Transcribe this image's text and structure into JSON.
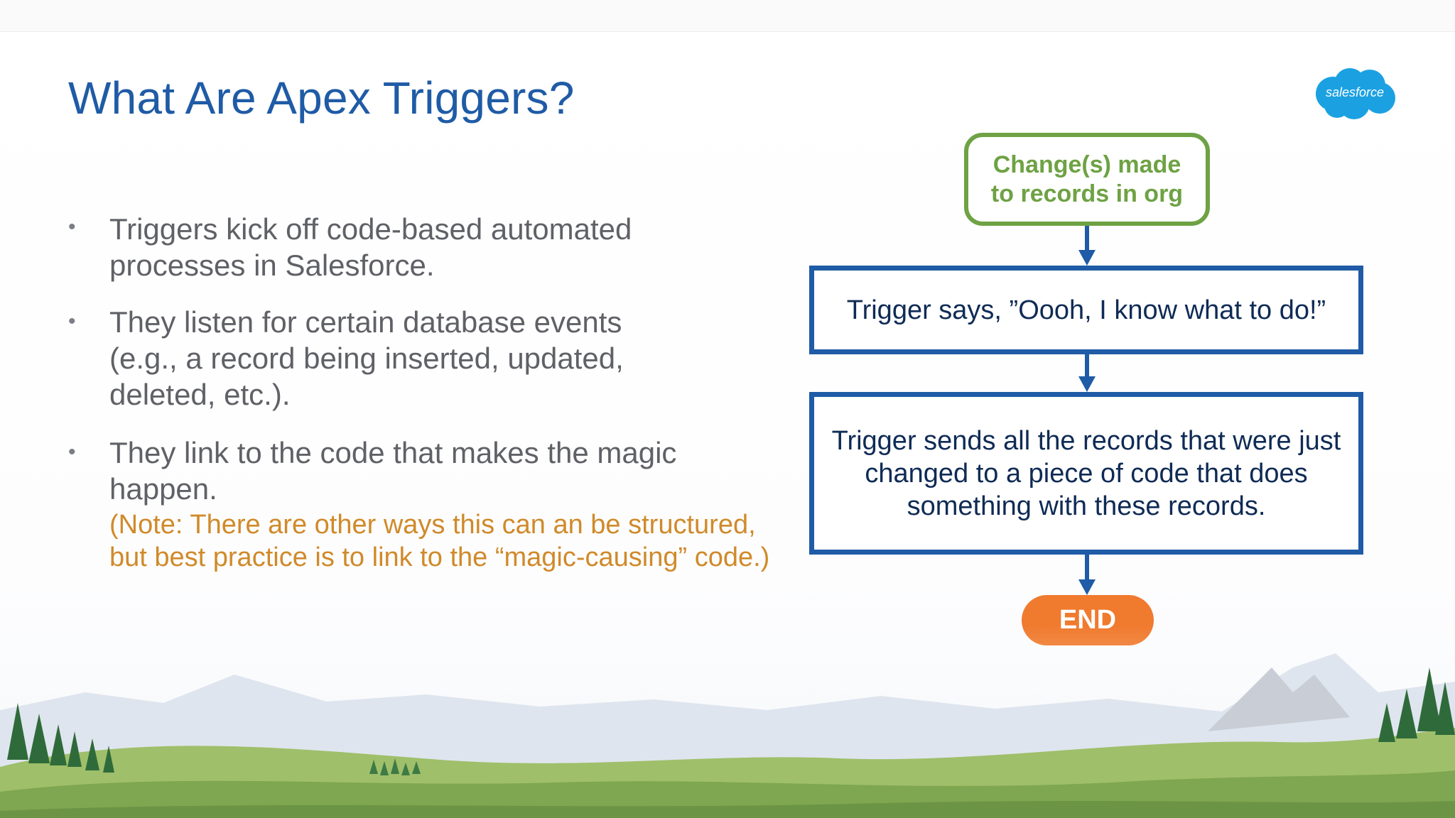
{
  "slide": {
    "title": "What Are Apex Triggers?",
    "logo_text": "salesforce",
    "bullets": [
      {
        "text": "Triggers kick off code-based automated processes in Salesforce."
      },
      {
        "text": "They listen for certain database events (e.g., a record being inserted, updated, deleted, etc.)."
      },
      {
        "text": "They link to the code that makes the magic happen.",
        "note": "(Note: There are other ways this can an be structured, but best practice is to link to the “magic-causing” code.)"
      }
    ]
  },
  "flowchart": {
    "start": "Change(s) made to records in org",
    "step1": "Trigger says, ”Oooh, I know what to do!”",
    "step2": "Trigger sends all the records that were just changed to a piece of code that does something with these records.",
    "end": "END"
  },
  "colors": {
    "title_blue": "#1f5ba6",
    "green": "#6ea244",
    "orange_note": "#d08a2a",
    "end_orange": "#f07a2e",
    "salesforce_blue": "#1ba1e2"
  }
}
